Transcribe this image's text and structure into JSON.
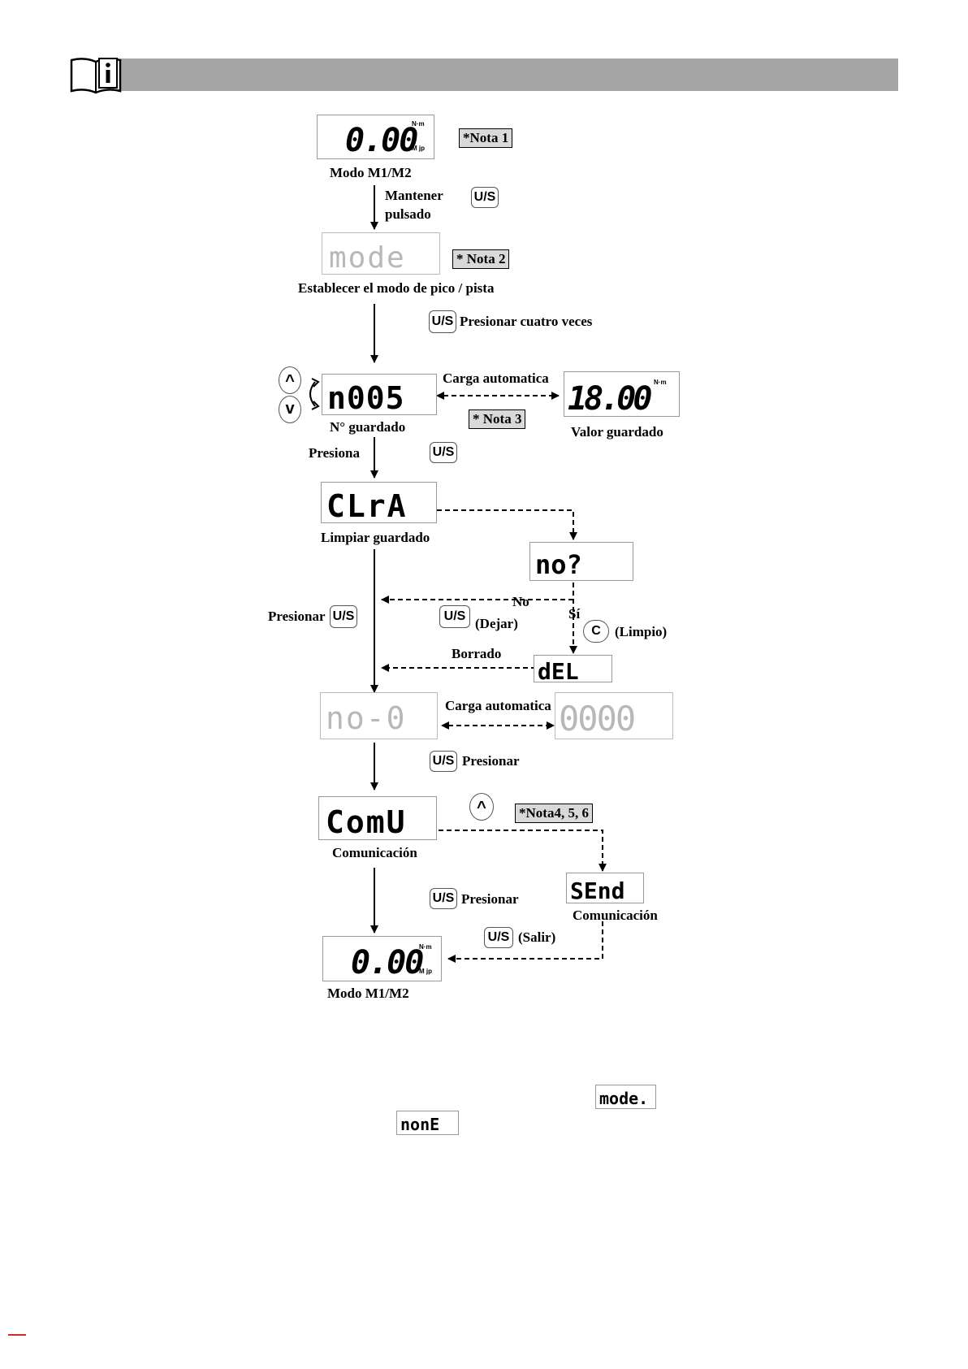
{
  "displays": {
    "m1m2_top": "0.00",
    "mode": "mode",
    "stored_no": "n005",
    "stored_value": "18.00",
    "clear": "CLrA",
    "confirm": "no?",
    "deleted": "dEL",
    "no_zero": "no-0",
    "zero_value": "0000",
    "comm": "ComU",
    "send": "SEnd",
    "m1m2_bottom": "0.00",
    "footer_mode": "mode.",
    "footer_none": "nonE"
  },
  "units": {
    "nm": "N·m",
    "mjp": "M jp"
  },
  "notes": {
    "n1": "*Nota 1",
    "n2": "* Nota 2",
    "n3": "* Nota 3",
    "n456": "*Nota4, 5, 6"
  },
  "keys": {
    "us": "U/S",
    "c": "C",
    "up": "^",
    "down": "v"
  },
  "labels": {
    "modo_top": "Modo M1/M2",
    "mantener": "Mantener",
    "pulsado": "pulsado",
    "establecer": "Establecer el modo de pico / pista",
    "presionar_cuatro": "Presionar cuatro veces",
    "carga_auto_1": "Carga automatica",
    "n_guardado": "N° guardado",
    "valor_guardado": "Valor guardado",
    "presiona": "Presiona",
    "limpiar": "Limpiar guardado",
    "no": "No",
    "si": "Sí",
    "presionar_left": "Presionar",
    "dejar": "(Dejar)",
    "limpio": "(Limpio)",
    "borrado": "Borrado",
    "carga_auto_2": "Carga automatica",
    "presionar_1": "Presionar",
    "comunicacion_left": "Comunicación",
    "presionar_2": "Presionar",
    "comunicacion_right": "Comunicación",
    "salir": "(Salir)",
    "modo_bottom": "Modo M1/M2"
  },
  "colors": {
    "header": "#a6a6a6",
    "note_bg": "#d9d9d9",
    "accent": "#d62828"
  }
}
